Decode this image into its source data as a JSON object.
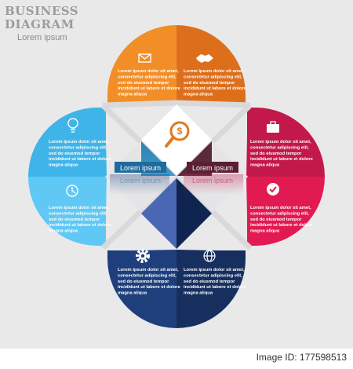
{
  "header": {
    "title_line1": "BUSINESS",
    "title_line2": "DIAGRAM",
    "subtitle": "Lorem ipsum"
  },
  "colors": {
    "orange_light": "#f28e28",
    "orange_dark": "#dd6f1c",
    "blue_light_a": "#3fb4e8",
    "blue_light_b": "#60c8f5",
    "red_a": "#c3184a",
    "red_b": "#e21a52",
    "navy_a": "#1e3f7c",
    "navy_b": "#172f5f"
  },
  "center": {
    "icon": "dollar-magnifier-icon",
    "left_label": "Lorem ipsum",
    "right_label": "Lorem ipsum",
    "left_reflection": "Lorem ipsum",
    "right_reflection": "Lorem ipsum"
  },
  "blocks": [
    {
      "id": "top-left",
      "icon": "envelope-icon",
      "lines": [
        "Lorem ipsum dolor sit amet,",
        "consectetur adipiscing elit,",
        "sed do eiusmod tempor",
        "incididunt ut labore et dolore",
        "magna aliqua"
      ]
    },
    {
      "id": "top-right",
      "icon": "handshake-icon",
      "lines": [
        "Lorem ipsum dolor sit amet,",
        "consectetur adipiscing elit,",
        "sed do eiusmod tempor",
        "incididunt ut labore et dolore",
        "magna aliqua"
      ]
    },
    {
      "id": "left-top",
      "icon": "lightbulb-icon",
      "lines": [
        "Lorem ipsum dolor sit amet,",
        "consectetur adipiscing elit,",
        "sed do eiusmod tempor",
        "incididunt ut labore et dolore",
        "magna aliqua"
      ]
    },
    {
      "id": "left-bottom",
      "icon": "clock-icon",
      "lines": [
        "Lorem ipsum dolor sit amet,",
        "consectetur adipiscing elit,",
        "sed do eiusmod tempor",
        "incididunt ut labore et dolore",
        "magna aliqua"
      ]
    },
    {
      "id": "right-top",
      "icon": "briefcase-icon",
      "lines": [
        "Lorem ipsum dolor sit amet,",
        "consectetur adipiscing elit,",
        "sed do eiusmod tempor",
        "incididunt ut labore et dolore",
        "magna aliqua"
      ]
    },
    {
      "id": "right-bottom",
      "icon": "check-badge-icon",
      "lines": [
        "Lorem ipsum dolor sit amet,",
        "consectetur adipiscing elit,",
        "sed do eiusmod tempor",
        "incididunt ut labore et dolore",
        "magna aliqua"
      ]
    },
    {
      "id": "bottom-left",
      "icon": "gear-icon",
      "lines": [
        "Lorem ipsum dolor sit amet,",
        "consectetur adipiscing elit,",
        "sed do eiusmod tempor",
        "incididunt ut labore et dolore",
        "magna aliqua"
      ]
    },
    {
      "id": "bottom-right",
      "icon": "globe-icon",
      "lines": [
        "Lorem ipsum dolor sit amet,",
        "consectetur adipiscing elit,",
        "sed do eiusmod tempor",
        "incididunt ut labore et dolore",
        "magna aliqua"
      ]
    }
  ],
  "watermark": {
    "text": "Image ID: 177598513"
  }
}
